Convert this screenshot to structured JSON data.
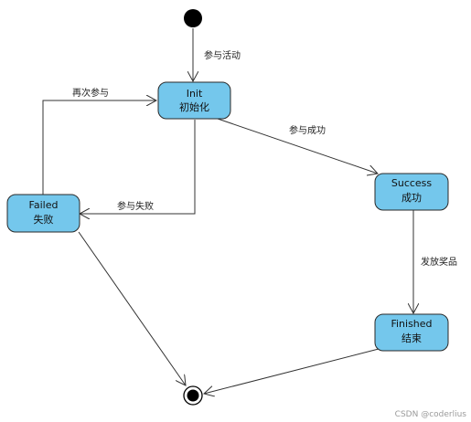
{
  "colors": {
    "node_fill": "#74c7ec",
    "node_stroke": "#2a2a2a",
    "edge": "#333333"
  },
  "nodes": {
    "init": {
      "title": "Init",
      "subtitle": "初始化"
    },
    "failed": {
      "title": "Failed",
      "subtitle": "失败"
    },
    "success": {
      "title": "Success",
      "subtitle": "成功"
    },
    "finished": {
      "title": "Finished",
      "subtitle": "结束"
    }
  },
  "edges": {
    "start_to_init": "参与活动",
    "failed_to_init": "再次参与",
    "init_to_success": "参与成功",
    "init_to_failed": "参与失败",
    "success_to_finished": "发放奖品"
  },
  "watermark": "CSDN @coderlius"
}
